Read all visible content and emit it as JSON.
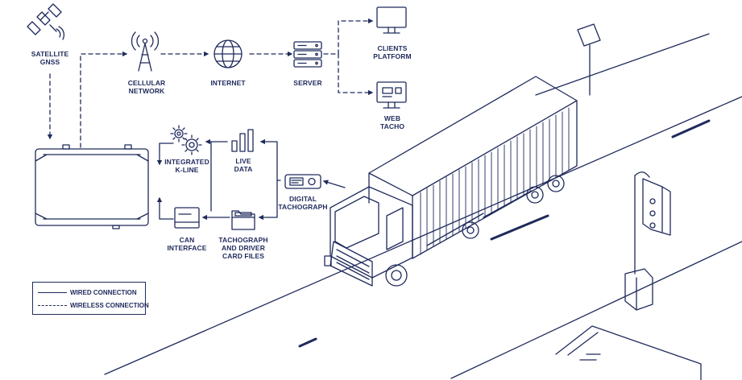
{
  "colors": {
    "ink": "#1f2a5c",
    "background": "#ffffff"
  },
  "nodes": {
    "satellite": "SATELLITE\nGNSS",
    "cellular": "CELLULAR\nNETWORK",
    "internet": "INTERNET",
    "server": "SERVER",
    "clients": "CLIENTS\nPLATFORM",
    "web_tacho": "WEB\nTACHO",
    "k_line": "INTEGRATED\nK-LINE",
    "live_data": "LIVE\nDATA",
    "digital_tachograph": "DIGITAL\nTACHOGRAPH",
    "can_interface": "CAN\nINTERFACE",
    "card_files": "TACHOGRAPH\nAND DRIVER\nCARD FILES"
  },
  "legend": {
    "wired": "WIRED CONNECTION",
    "wireless": "WIRELESS CONNECTION"
  },
  "icons": [
    "satellite-icon",
    "cell-tower-icon",
    "globe-icon",
    "server-icon",
    "monitor-icon",
    "web-tacho-icon",
    "gears-icon",
    "bar-chart-icon",
    "tachograph-icon",
    "can-interface-icon",
    "folder-icon",
    "tracker-device-icon",
    "truck-illustration",
    "traffic-light-illustration",
    "street-sign-illustration"
  ]
}
